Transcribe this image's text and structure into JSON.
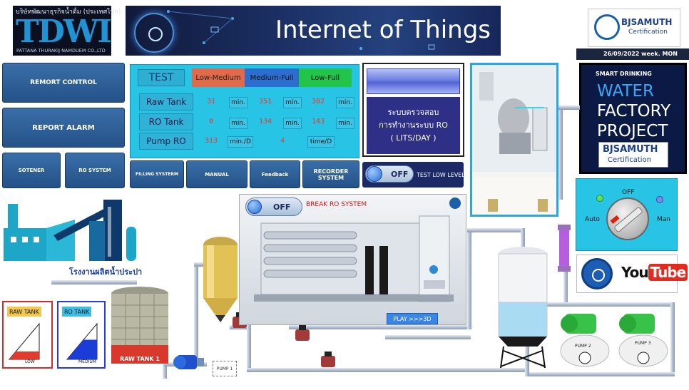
{
  "header": {
    "company_thai": "บริษัทพัฒนาธุรกิจน้ำดื่ม (ประเทศไทย)",
    "company_logo": "TDWI",
    "company_en": "PATTANA THURAKIJ NAMDUEM CO.,LTD",
    "banner_title": "Internet of Things",
    "cert_name": "BJSAMUTH",
    "cert_sub": "Certification",
    "date_text": "26/09/2022  week. MON"
  },
  "controls": {
    "remort": "REMORT CONTROL",
    "report": "REPORT ALARM",
    "sotener": "SOTENER",
    "ro_system": "RO SYSTEM",
    "filling": "FILLING SYSTERM",
    "manual": "MANUAL",
    "feedback": "Feedback",
    "recorder": "RECORDER SYSTEM"
  },
  "test_panel": {
    "title": "TEST",
    "headers": [
      "Low-Medium",
      "Medium-Full",
      "Low-Full"
    ],
    "rows": [
      {
        "label": "Raw Tank",
        "v1": "31",
        "u1": "min.",
        "v2": "351",
        "u2": "min.",
        "v3": "382",
        "u3": "min."
      },
      {
        "label": "RO Tank",
        "v1": "0",
        "u1": "min.",
        "v2": "134",
        "u2": "min.",
        "v3": "143",
        "u3": "min."
      },
      {
        "label": "Pump RO",
        "v1": "313",
        "u1": "min./D",
        "v2": "4",
        "u2": "time/D"
      }
    ]
  },
  "ro_check": {
    "line1": "ระบบตรวจสอบ",
    "line2": "การทำงานระบบ RO",
    "line3": "( LITS/DAY )"
  },
  "toggles": {
    "test_low_state": "OFF",
    "test_low_label": "TEST LOW LEVEL",
    "break_state": "OFF",
    "break_label": "BREAK RO  SYSTEM"
  },
  "smart": {
    "tag": "SMART DRINKING",
    "line1": "WATER",
    "line2": "FACTORY",
    "line3": "PROJECT",
    "logo_name": "BJSAMUTH",
    "logo_cert": "Certification"
  },
  "selector": {
    "off": "OFF",
    "auto": "Auto",
    "man": "Man"
  },
  "youtube": {
    "you": "You",
    "tube": "Tube"
  },
  "factory_caption": "โรงงานผลิตน้ำประปา",
  "machine": {
    "play": "PLAY >>>3D"
  },
  "tanks": {
    "raw_tank": "RAW TANK",
    "ro_tank": "RO TANK",
    "raw_level": "LOW",
    "ro_level": "MEDIUM",
    "raw_tank_1": "RAW TANK 1",
    "raw_level_fill": 0.22,
    "ro_level_fill": 0.55
  },
  "pumps": {
    "pump1": "PUMP 1",
    "pump2": "PUMP 2",
    "pump3": "PUMP 3"
  },
  "colors": {
    "panel_cyan": "#27c4e6",
    "btn_blue": "#2c5d95",
    "alarm_red": "#d92a2a",
    "ro_blue": "#2a3ad9"
  }
}
